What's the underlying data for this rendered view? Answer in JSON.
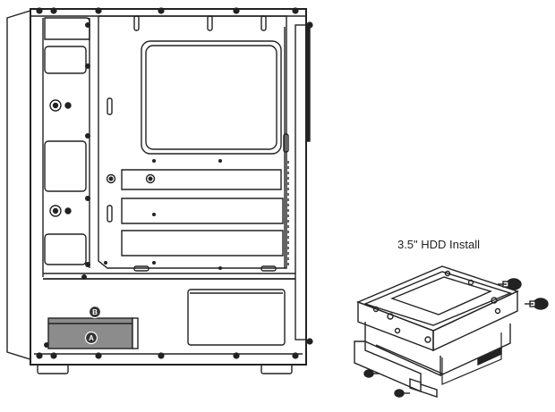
{
  "hdd_install": {
    "title": "3.5\" HDD Install"
  },
  "callouts": {
    "a": "A",
    "b": "B"
  },
  "colors": {
    "line": "#222222",
    "fill": "#ffffff",
    "drive_fill": "#8c8c8c",
    "badge_fill": "#333333"
  },
  "icons": {
    "screw": "screw-icon"
  }
}
